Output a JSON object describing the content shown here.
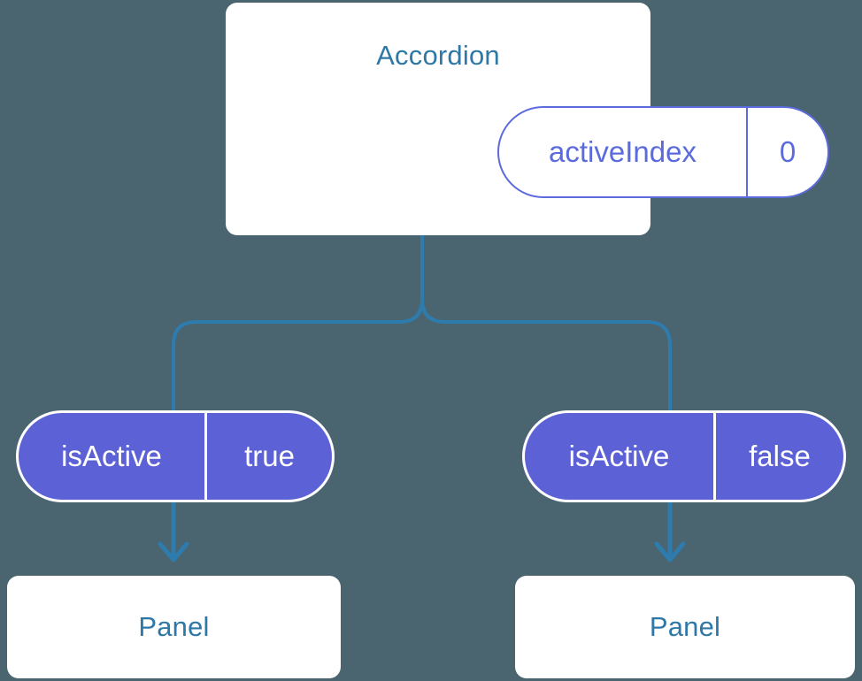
{
  "diagram": {
    "background_color": "#4a6570",
    "connector_color": "#2e7bad",
    "title_color": "#2e78a8",
    "prop_outline_color": "#5c6bdb",
    "prop_fill_color": "#5c62d6"
  },
  "root": {
    "name": "Accordion",
    "prop": {
      "key": "activeIndex",
      "value": "0"
    }
  },
  "branches": [
    {
      "prop": {
        "key": "isActive",
        "value": "true"
      },
      "child": {
        "name": "Panel"
      }
    },
    {
      "prop": {
        "key": "isActive",
        "value": "false"
      },
      "child": {
        "name": "Panel"
      }
    }
  ]
}
